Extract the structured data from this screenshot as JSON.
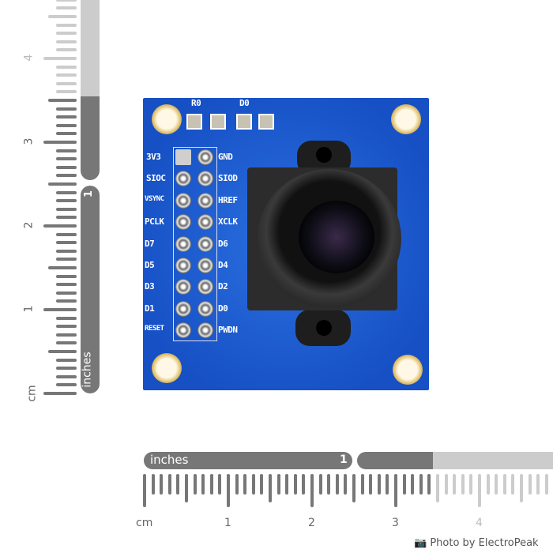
{
  "board": {
    "led_labels": [
      "R0",
      "D0"
    ],
    "pins_left": [
      "3V3",
      "SIOC",
      "VSYNC",
      "PCLK",
      "D7",
      "D5",
      "D3",
      "D1",
      "RESET"
    ],
    "pins_right": [
      "GND",
      "SIOD",
      "HREF",
      "XCLK",
      "D6",
      "D4",
      "D2",
      "D0",
      "PWDN"
    ],
    "color": "#1f5fd4"
  },
  "ruler_bottom": {
    "inches_label": "inches",
    "inch_mark": "1",
    "cm_label": "cm",
    "cm_marks": [
      "1",
      "2",
      "3",
      "4"
    ]
  },
  "ruler_left": {
    "inches_label": "inches",
    "inch_mark": "1",
    "cm_label": "cm",
    "cm_marks": [
      "1",
      "2",
      "3",
      "4"
    ]
  },
  "credit": {
    "icon": "camera-icon",
    "text": "Photo by ElectroPeak"
  }
}
